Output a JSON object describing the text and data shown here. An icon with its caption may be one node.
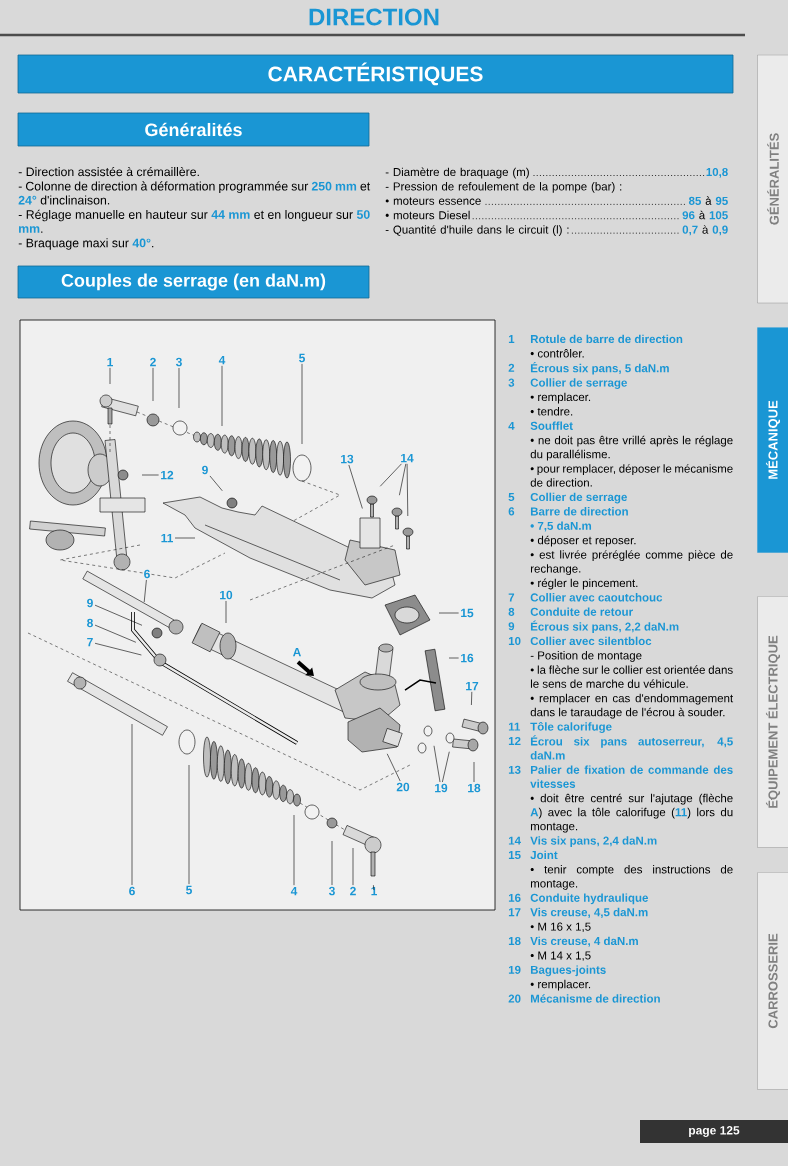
{
  "diagram": {
    "title": "DIRECTION",
    "nodes": [
      {
        "text": [
          "CARACTÉRISTIQUES"
        ]
      },
      {
        "text": [
          "Généralités"
        ]
      },
      {
        "text": [
          "Couples de serrage (en daN.m)"
        ]
      },
      {
        "text": [
          "1"
        ]
      },
      {
        "text": [
          "2"
        ]
      },
      {
        "text": [
          "3"
        ]
      },
      {
        "text": [
          "4"
        ]
      },
      {
        "text": [
          "5"
        ]
      },
      {
        "text": [
          "12"
        ]
      },
      {
        "text": [
          "9"
        ]
      },
      {
        "text": [
          "13"
        ]
      },
      {
        "text": [
          "14"
        ]
      },
      {
        "text": [
          "11"
        ]
      },
      {
        "text": [
          "6"
        ]
      },
      {
        "text": [
          "10"
        ]
      },
      {
        "text": [
          "9"
        ]
      },
      {
        "text": [
          "8"
        ]
      },
      {
        "text": [
          "7"
        ]
      },
      {
        "text": [
          "15"
        ]
      },
      {
        "text": [
          "16"
        ]
      },
      {
        "text": [
          "17"
        ]
      },
      {
        "text": [
          "20"
        ]
      },
      {
        "text": [
          "19"
        ]
      },
      {
        "text": [
          "18"
        ]
      },
      {
        "text": [
          "6"
        ]
      },
      {
        "text": [
          "5"
        ]
      },
      {
        "text": [
          "4"
        ]
      },
      {
        "text": [
          "3"
        ]
      },
      {
        "text": [
          "2"
        ]
      },
      {
        "text": [
          "1"
        ]
      },
      {
        "text": [
          "GÉNÉRALITÉS"
        ]
      },
      {
        "text": [
          "MÉCANIQUE"
        ]
      },
      {
        "text": [
          "ÉQUIPEMENT ÉLECTRIQUE"
        ]
      },
      {
        "text": [
          "CARROSSERIE"
        ]
      },
      {
        "text": [
          "page 125"
        ]
      }
    ],
    "edges": [
      {
        "from": 3,
        "to": null,
        "arrow": "none"
      },
      {
        "from": 4,
        "to": null,
        "arrow": "none"
      },
      {
        "from": 5,
        "to": null,
        "arrow": "none"
      },
      {
        "from": 6,
        "to": null,
        "arrow": "none"
      },
      {
        "from": 7,
        "to": null,
        "arrow": "none"
      },
      {
        "from": 8,
        "to": null,
        "arrow": "none"
      },
      {
        "from": 9,
        "to": null,
        "arrow": "none"
      },
      {
        "from": 10,
        "to": null,
        "arrow": "none"
      },
      {
        "from": 11,
        "to": null,
        "arrow": "none"
      },
      {
        "from": 11,
        "to": null,
        "arrow": "none"
      },
      {
        "from": 11,
        "to": null,
        "arrow": "none"
      },
      {
        "from": 12,
        "to": null,
        "arrow": "none"
      },
      {
        "from": 13,
        "to": null,
        "arrow": "none"
      },
      {
        "from": 14,
        "to": null,
        "arrow": "none"
      },
      {
        "from": 15,
        "to": null,
        "arrow": "none"
      },
      {
        "from": 16,
        "to": null,
        "arrow": "none"
      },
      {
        "from": 17,
        "to": null,
        "arrow": "none"
      },
      {
        "from": 18,
        "to": null,
        "arrow": "none"
      },
      {
        "from": 19,
        "to": null,
        "arrow": "none"
      },
      {
        "from": 20,
        "to": null,
        "arrow": "none"
      },
      {
        "from": 21,
        "to": null,
        "arrow": "none"
      },
      {
        "from": 22,
        "to": null,
        "arrow": "none"
      },
      {
        "from": 22,
        "to": null,
        "arrow": "none"
      },
      {
        "from": 23,
        "to": null,
        "arrow": "none"
      },
      {
        "from": 24,
        "to": null,
        "arrow": "none"
      },
      {
        "from": 25,
        "to": null,
        "arrow": "none"
      },
      {
        "from": 26,
        "to": null,
        "arrow": "none"
      },
      {
        "from": 27,
        "to": null,
        "arrow": "none"
      },
      {
        "from": 28,
        "to": null,
        "arrow": "none"
      },
      {
        "from": 29,
        "to": null,
        "arrow": "none"
      }
    ],
    "labels": [
      "- Direction assistée à crémaillère.",
      "- Colonne de direction à déformation programmée sur **250 mm** et **24°** d'inclinaison.",
      "- Réglage manuelle en hauteur sur **44 mm** et en longueur sur **50 mm**.",
      "- Braquage maxi sur **40°**.",
      "- Diamètre de braquage (m)",
      "10,8",
      "- Pression de refoulement de la pompe (bar) :",
      "• moteurs essence",
      "**85** à **95**",
      "• moteurs Diesel",
      "**96** à **105**",
      "- Quantité d'huile dans le circuit (l) :",
      "**0,7** à **0,9**",
      "A",
      "1",
      "Rotule de barre de direction",
      "• contrôler.",
      "2",
      "Écrous six pans, 5 daN.m",
      "3",
      "Collier de serrage",
      "• remplacer.",
      "• tendre.",
      "4",
      "Soufflet",
      "• ne doit pas être vrillé après le réglage du parallélisme.",
      "• pour remplacer, déposer le mécanisme de direction.",
      "5",
      "Collier de serrage",
      "6",
      "Barre de direction",
      "• 7,5 daN.m",
      "• déposer et reposer.",
      "• est livrée préréglée comme pièce de rechange.",
      "• régler le pincement.",
      "7",
      "Collier avec caoutchouc",
      "8",
      "Conduite de retour",
      "9",
      "Écrous six pans, 2,2 daN.m",
      "10",
      "Collier avec silentbloc",
      "- Position de montage",
      "• la flèche sur le collier est orientée dans le sens de marche du véhicule.",
      "• remplacer en cas d'endommagement dans le taraudage de l'écrou à souder.",
      "11",
      "Tôle calorifuge",
      "12",
      "Écrou six pans autoserreur, 4,5 daN.m",
      "13",
      "Palier de fixation de commande des vitesses",
      "• doit être centré sur l'ajutage (flèche **A**) avec la tôle calorifuge (**11**) lors du montage.",
      "14",
      "Vis six pans, 2,4 daN.m",
      "15",
      "Joint",
      "• tenir compte des instructions de montage.",
      "16",
      "Conduite hydraulique",
      "17",
      "Vis creuse, 4,5 daN.m",
      "• M 16 x 1,5",
      "18",
      "Vis creuse, 4 daN.m",
      "• M 14 x 1,5",
      "19",
      "Bagues-joints",
      "• remplacer.",
      "20",
      "Mécanisme de direction"
    ]
  }
}
